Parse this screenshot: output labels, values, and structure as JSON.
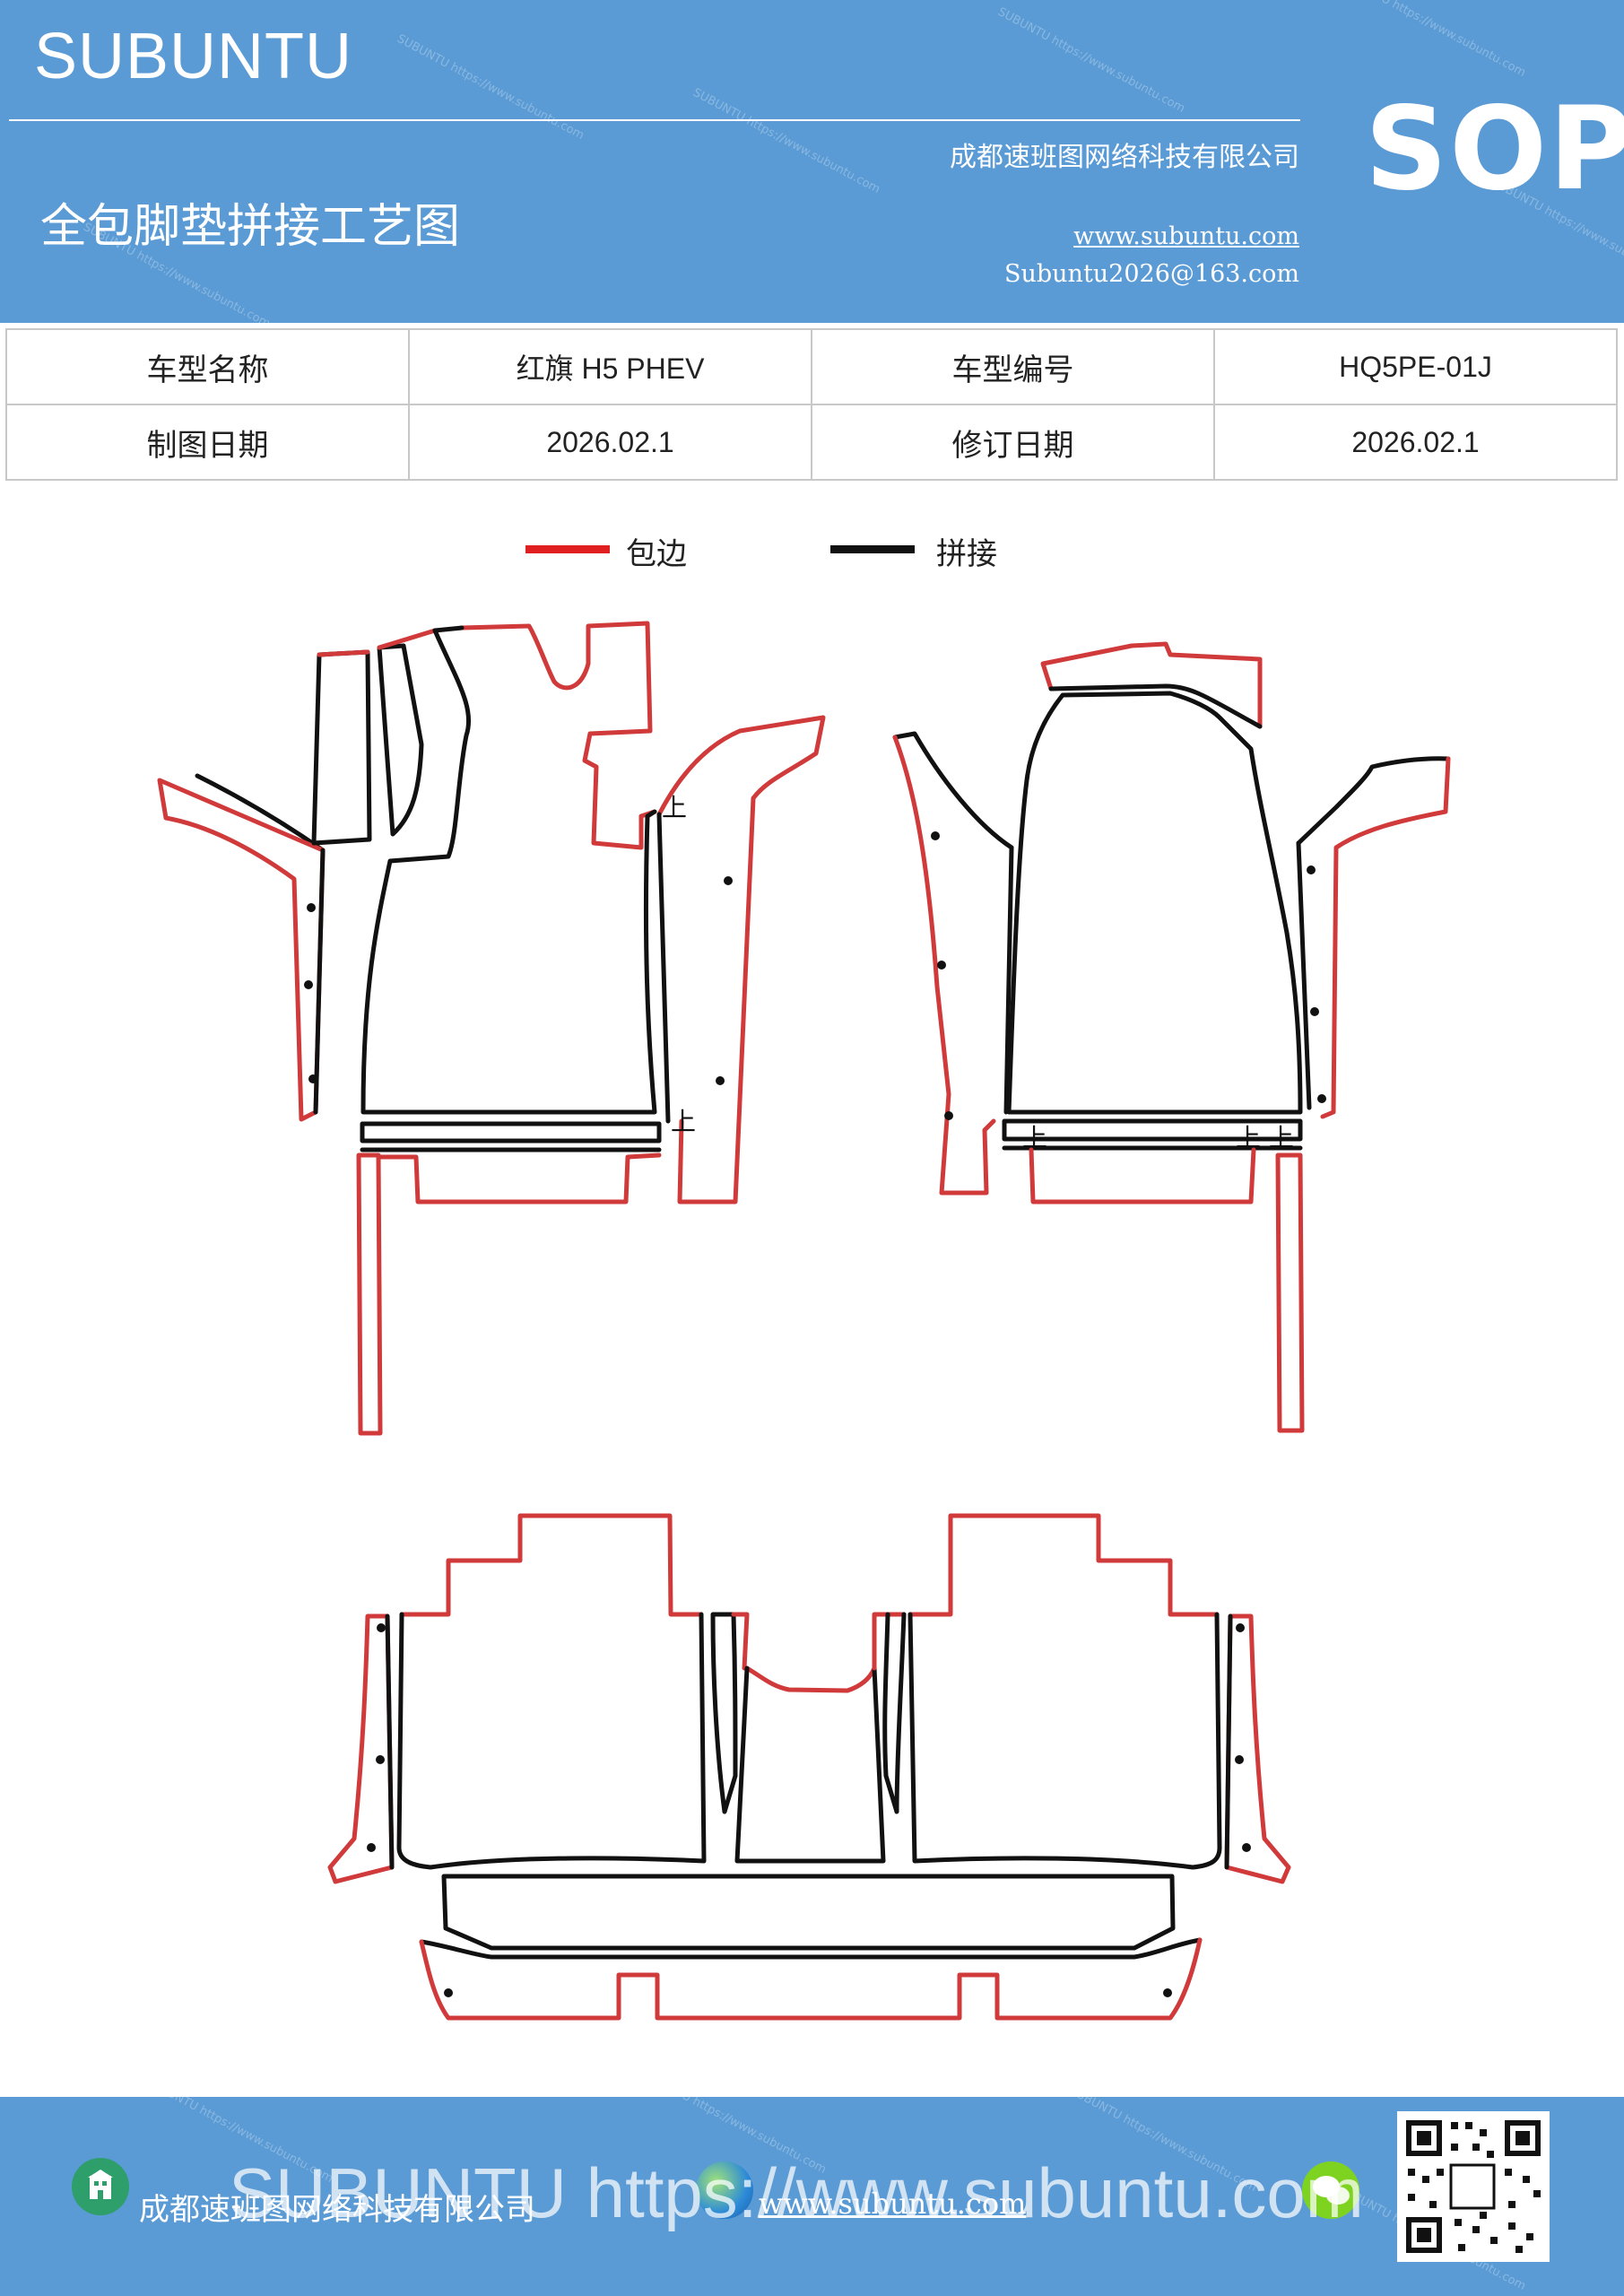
{
  "header": {
    "brand": "SUBUNTU",
    "title": "全包脚垫拼接工艺图",
    "company": "成都速班图网络科技有限公司",
    "website": "www.subuntu.com",
    "email": "Subuntu2026@163.com",
    "sop": "SOP",
    "watermark_text": "SUBUNTU https://www.subuntu.com"
  },
  "info_table": {
    "row1": {
      "label1": "车型名称",
      "value1": "红旗 H5  PHEV",
      "label2": "车型编号",
      "value2": "HQ5PE-01J"
    },
    "row2": {
      "label1": "制图日期",
      "value1": "2026.02.1",
      "label2": "修订日期",
      "value2": "2026.02.1"
    }
  },
  "legend": [
    {
      "label": "包边",
      "color": "#e02020"
    },
    {
      "label": "拼接",
      "color": "#111111"
    }
  ],
  "diagram": {
    "marker_label": "上",
    "colors": {
      "edge": "#d03a3a",
      "seam": "#111111"
    }
  },
  "footer": {
    "company": "成都速班图网络科技有限公司",
    "website": "www.subuntu.com",
    "watermark": "SUBUNTU https://www.subuntu.com"
  },
  "colors": {
    "band": "#5b9bd5",
    "edge_red": "#d03a3a",
    "seam_black": "#111111"
  }
}
